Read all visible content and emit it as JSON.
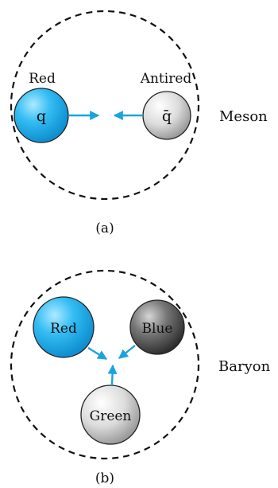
{
  "panel_a": {
    "caption": "(a)",
    "side_label": "Meson",
    "quark": {
      "symbol": "q",
      "color_label": "Red",
      "fill": "#2fb5ee"
    },
    "antiquark": {
      "symbol": "q̄",
      "color_label": "Antired",
      "fill": "#d8d8d8"
    }
  },
  "panel_b": {
    "caption": "(b)",
    "side_label": "Baryon",
    "quarks": [
      {
        "label": "Red",
        "fill": "#2fb5ee"
      },
      {
        "label": "Blue",
        "fill": "#666666"
      },
      {
        "label": "Green",
        "fill": "#d8d8d8"
      }
    ]
  },
  "colors": {
    "arrow": "#1aa3df",
    "outline": "#111111",
    "text": "#111111"
  }
}
